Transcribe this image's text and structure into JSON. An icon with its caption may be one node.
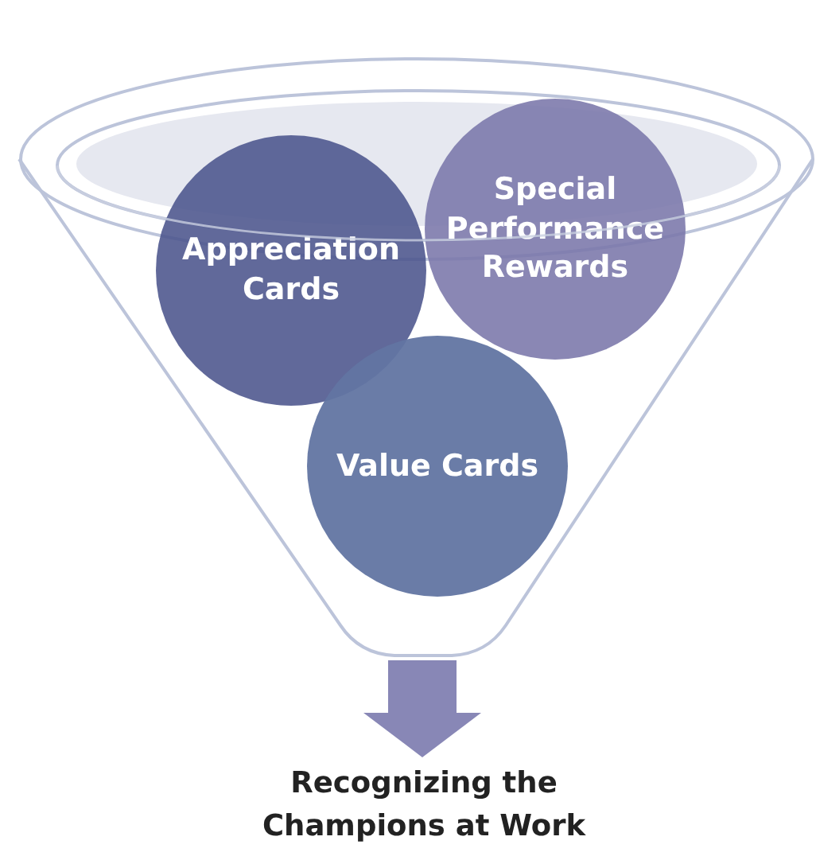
{
  "diagram": {
    "nodes": [
      {
        "text": [],
        "shape": "funnel"
      },
      {
        "text": [
          "Appreciation Cards"
        ],
        "in": 0
      },
      {
        "text": [
          "Special Performance Rewards"
        ],
        "in": 0
      },
      {
        "text": [
          "Value Cards"
        ],
        "in": 0
      },
      {
        "text": [
          "Recognizing the Champions at Work"
        ]
      }
    ],
    "edges": [
      {
        "from": 0,
        "to": 4,
        "arrow": "to"
      }
    ]
  }
}
